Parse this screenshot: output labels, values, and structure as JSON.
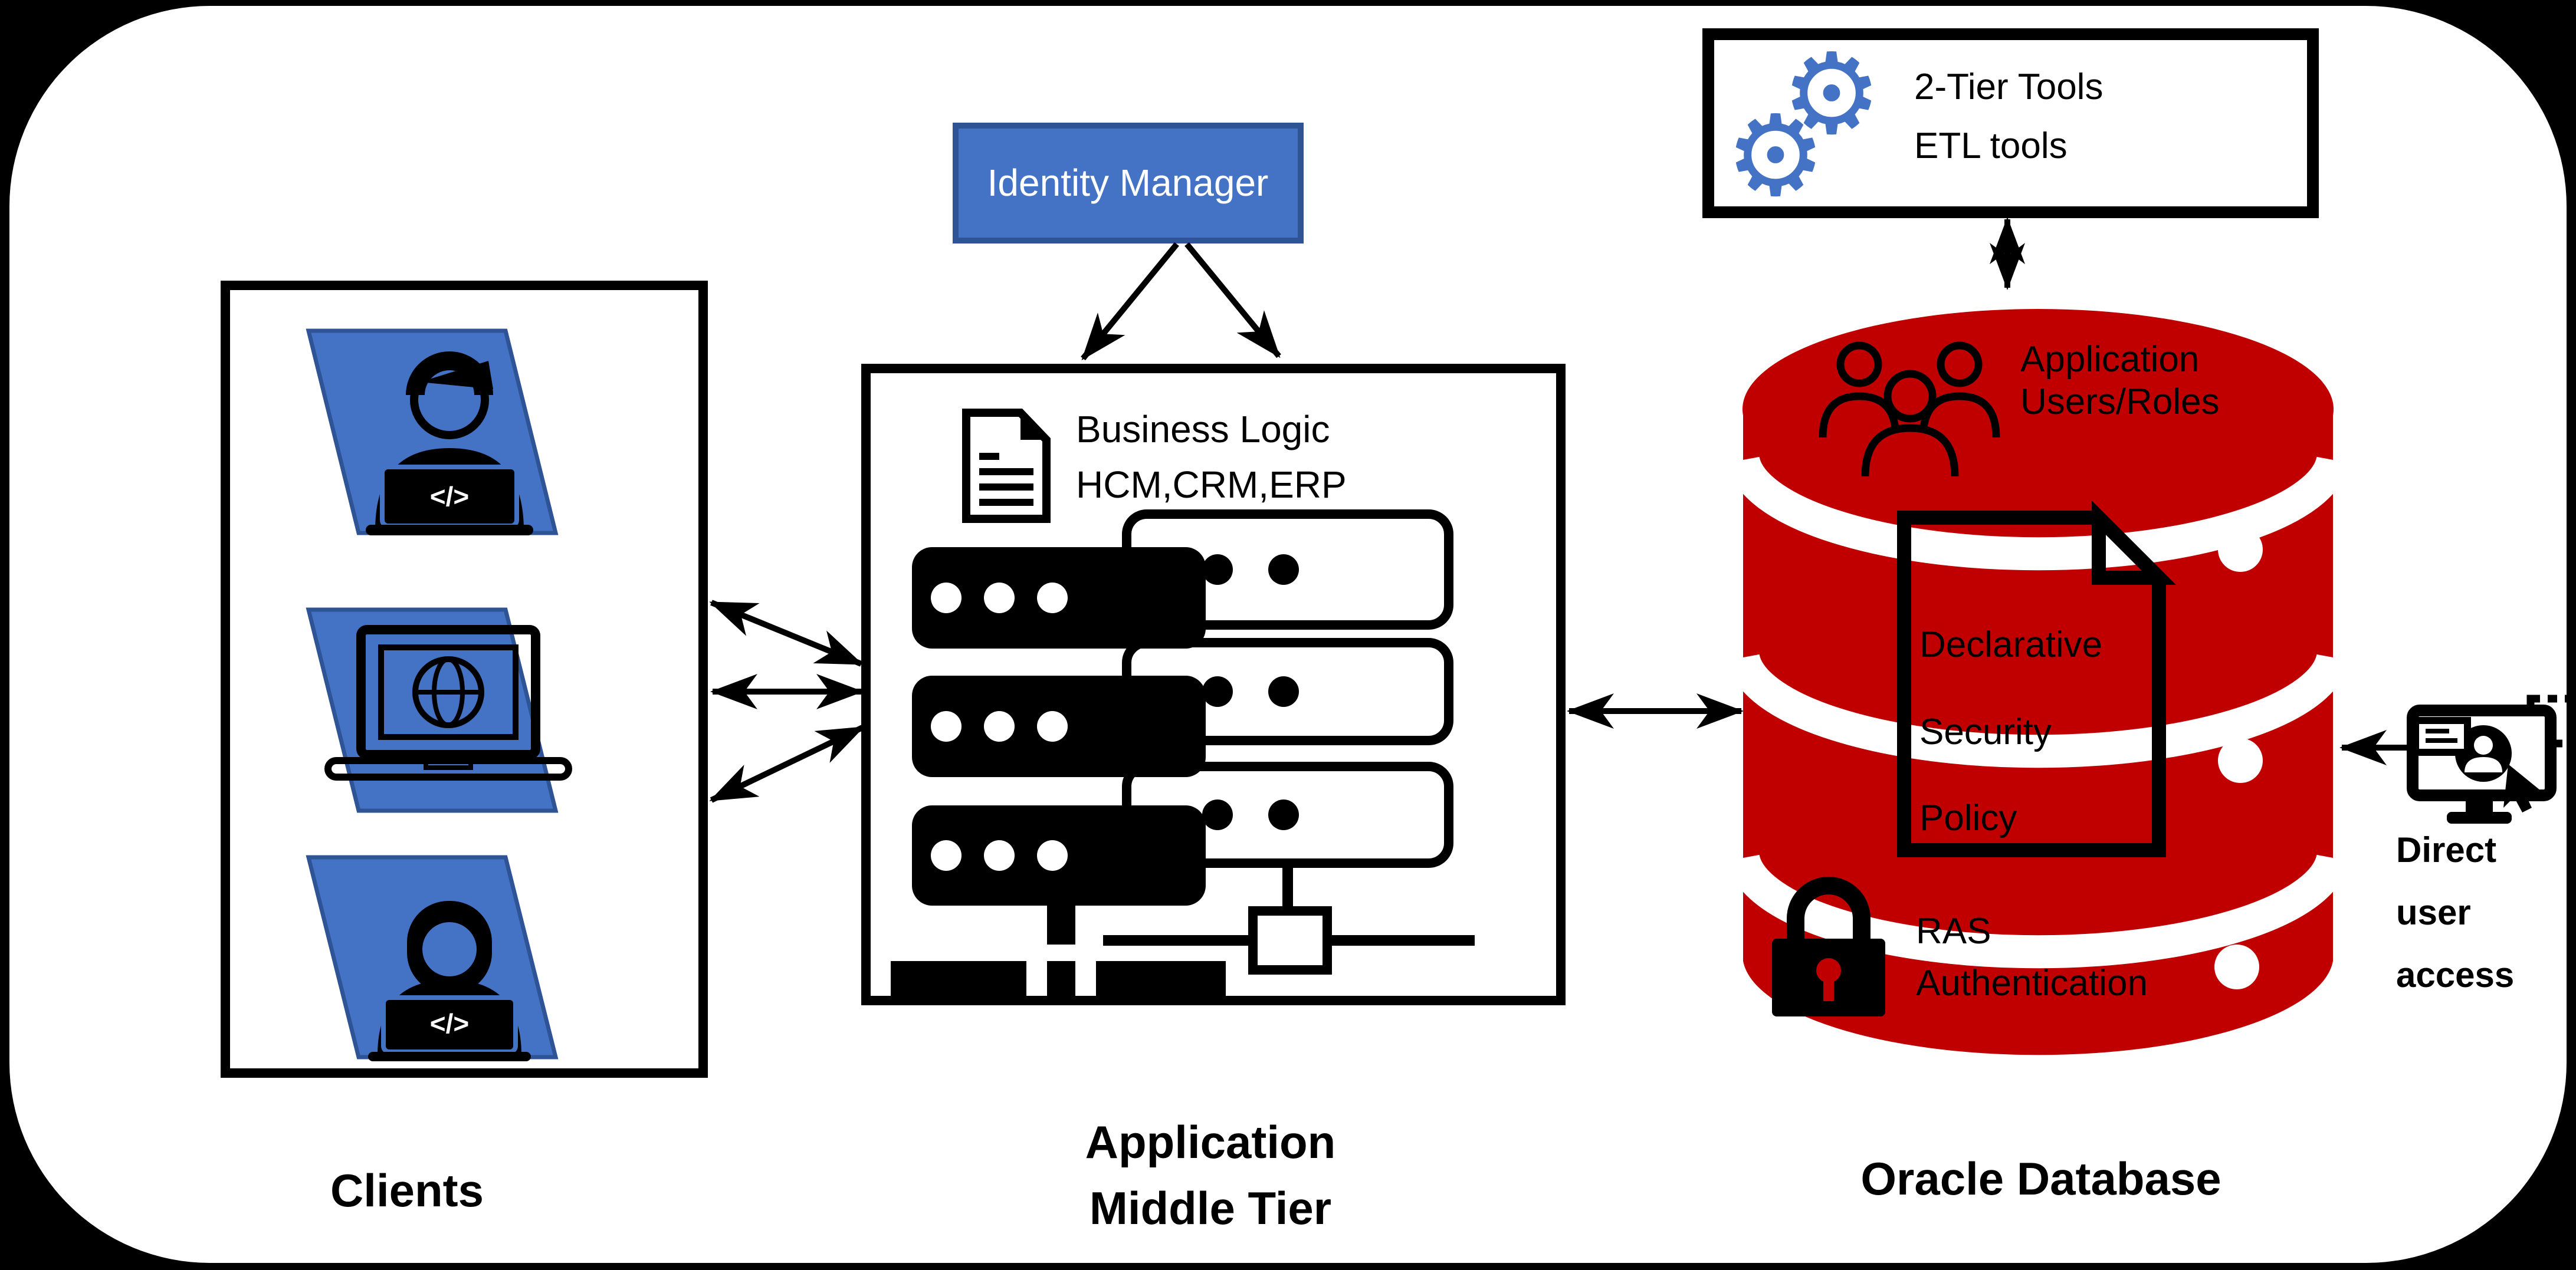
{
  "colors": {
    "accent_blue": "#4472C4",
    "blue_border": "#2F5496",
    "brand_red": "#C00000",
    "black": "#000000",
    "white": "#ffffff"
  },
  "clients": {
    "label": "Clients"
  },
  "identity_manager": {
    "label": "Identity Manager"
  },
  "middle_tier": {
    "business_line1": "Business Logic",
    "business_line2": "HCM,CRM,ERP",
    "label_line1": "Application",
    "label_line2": "Middle Tier"
  },
  "tools_box": {
    "line1": "2-Tier Tools",
    "line2": "ETL tools"
  },
  "database": {
    "label": "Oracle Database",
    "top_line1": "Application",
    "top_line2": "Users/Roles",
    "policy_line1": "Declarative",
    "policy_line2": "Security",
    "policy_line3": "Policy",
    "ras_line1": "RAS",
    "ras_line2": "Authentication"
  },
  "direct_access": {
    "line1": "Direct",
    "line2": "user",
    "line3": "access"
  },
  "icons": {
    "code_glyph": "</>",
    "gear_glyph": "⚙"
  }
}
